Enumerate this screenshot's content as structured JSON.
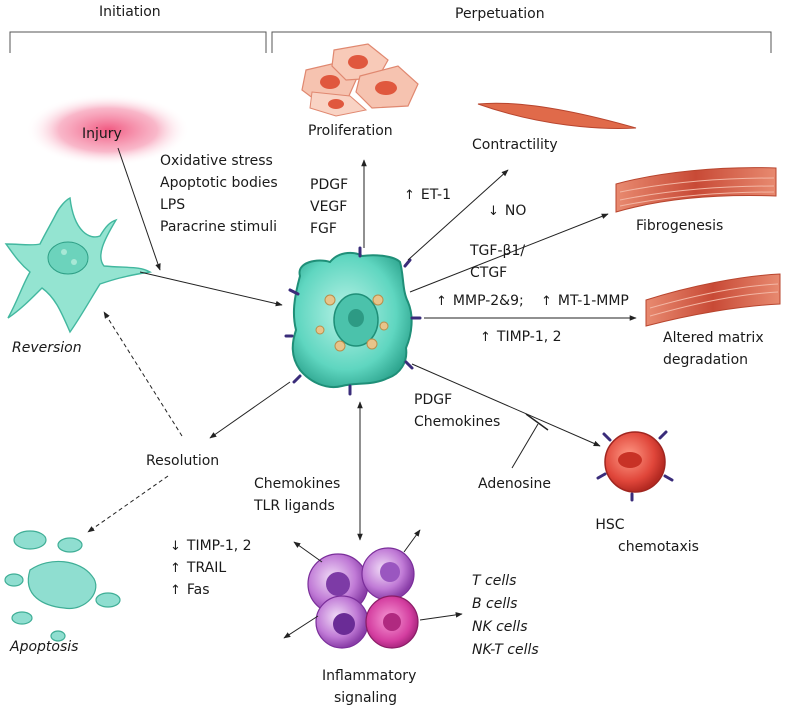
{
  "phases": {
    "initiation": "Initiation",
    "perpetuation": "Perpetuation"
  },
  "labels": {
    "injury": "Injury",
    "stimuli": [
      "Oxidative stress",
      "Apoptotic bodies",
      "LPS",
      "Paracrine stimuli"
    ],
    "reversion": "Reversion",
    "resolution": "Resolution",
    "apoptosis": "Apoptosis",
    "proliferation": "Proliferation",
    "growth_factors": [
      "PDGF",
      "VEGF",
      "FGF"
    ],
    "contractility": "Contractility",
    "et1": "ET-1",
    "no": "NO",
    "fibrogenesis": "Fibrogenesis",
    "tgf": "TGF-β1/",
    "ctgf": "CTGF",
    "mmp29": "MMP-2&9;",
    "mt1mmp": "MT-1-MMP",
    "timp12_up": "TIMP-1, 2",
    "matrix_degradation": [
      "Altered matrix",
      "degradation"
    ],
    "pdgf_chemokines": [
      "PDGF",
      "Chemokines"
    ],
    "adenosine": "Adenosine",
    "hsc_chemotaxis": [
      "HSC",
      "chemotaxis"
    ],
    "chemokines_tlr": [
      "Chemokines",
      "TLR ligands"
    ],
    "timp12_down": "TIMP-1, 2",
    "trail": "TRAIL",
    "fas": "Fas",
    "cell_types": [
      "T cells",
      "B cells",
      "NK cells",
      "NK-T cells"
    ],
    "inflammatory_signaling": [
      "Inflammatory",
      "signaling"
    ]
  },
  "colors": {
    "hsc_cell": "#5fd6c0",
    "injury_glow": "#f06a8a",
    "apoptotic_cells": "#8fded0",
    "muscle_fiber": "#d9604a",
    "hsc_chemotaxis_cell": "#e0463a",
    "immune_cells": "#c07ad6",
    "arrows": "#222222"
  }
}
